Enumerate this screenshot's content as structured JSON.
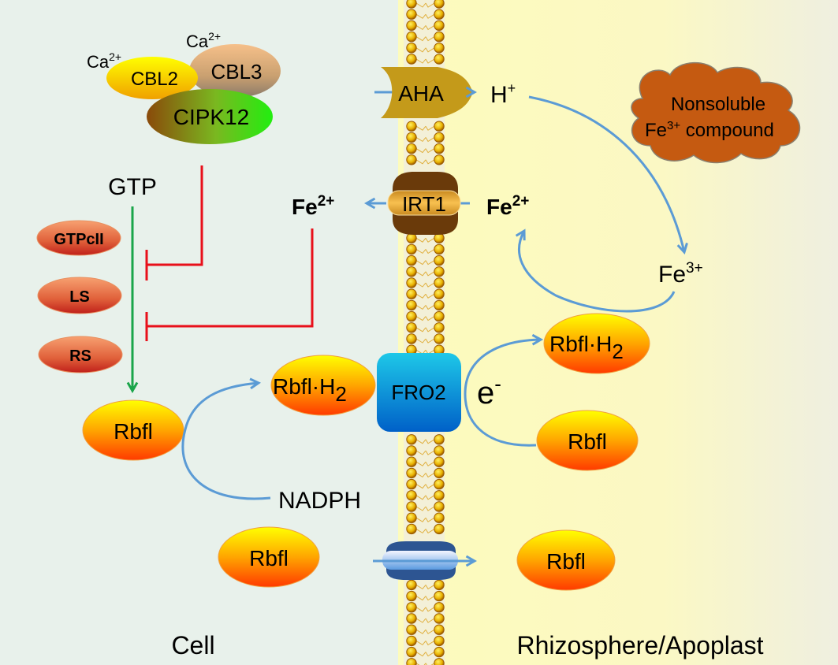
{
  "regions": {
    "cell": "Cell",
    "apoplast": "Rhizosphere/Apoplast"
  },
  "colors": {
    "cell_bg": "#e8f1eb",
    "apoplast_bg": "#fdfbbf",
    "arrow_blue": "#5b9bd5",
    "inhibit_red": "#e8101a",
    "activate_green": "#1aa54a",
    "cloud_fill": "#c55a11"
  },
  "complex": {
    "ca_left": {
      "base": "Ca",
      "sup": "2+"
    },
    "ca_right": {
      "base": "Ca",
      "sup": "2+"
    },
    "cbl2": "CBL2",
    "cbl3": "CBL3",
    "cipk12": "CIPK12"
  },
  "cell_side": {
    "gtp": "GTP",
    "enzymes": [
      "GTPcII",
      "LS",
      "RS"
    ],
    "fe2_inside": {
      "base": "Fe",
      "sup": "2+"
    },
    "rbfl_product": "Rbfl",
    "rbfl_h2": {
      "base": "Rbfl·H",
      "sub": "2"
    },
    "nadph": "NADPH",
    "rbfl_export": "Rbfl"
  },
  "membrane": {
    "aha": "AHA",
    "irt1": "IRT1",
    "fro2": "FRO2",
    "exporter": ""
  },
  "apoplast_side": {
    "h_plus": {
      "base": "H",
      "sup": "+"
    },
    "cloud": {
      "line1": "Nonsoluble",
      "line2_base": "Fe",
      "line2_sup": "3+",
      "line2_rest": " compound"
    },
    "fe2_outside": {
      "base": "Fe",
      "sup": "2+"
    },
    "fe3": {
      "base": "Fe",
      "sup": "3+"
    },
    "electron": {
      "base": "e",
      "sup": "-"
    },
    "rbfl_h2": {
      "base": "Rbfl·H",
      "sub": "2"
    },
    "rbfl_oxidized": "Rbfl",
    "rbfl_secreted": "Rbfl"
  }
}
